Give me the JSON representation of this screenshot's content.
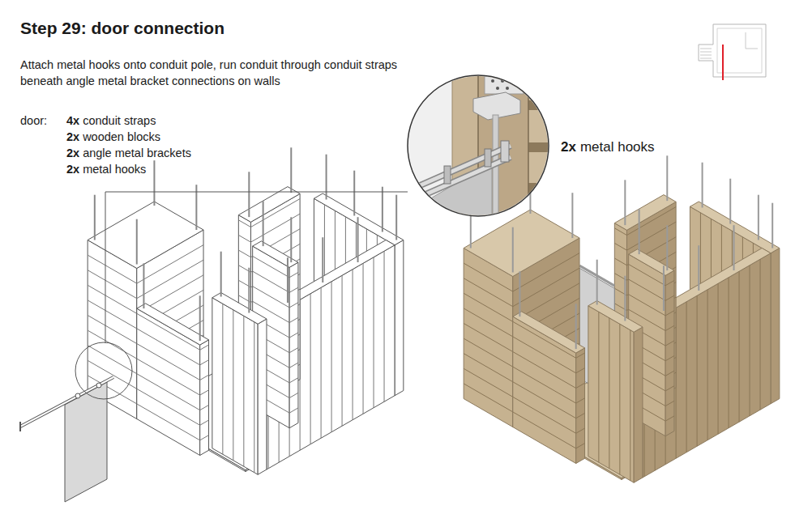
{
  "diagram": {
    "title": "Step 29: door connection",
    "labels": [
      "Attach metal hooks onto conduit pole, run conduit through conduit straps beneath angle metal bracket connections on walls",
      "door:",
      "4x",
      "conduit straps",
      "2x",
      "wooden blocks",
      "2x",
      "angle metal brackets",
      "2x",
      "metal hooks",
      "2x",
      "metal hooks"
    ]
  }
}
